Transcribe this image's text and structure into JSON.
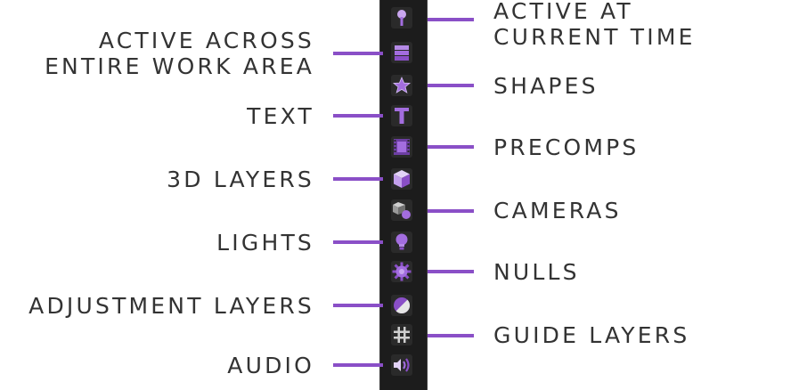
{
  "labels": {
    "active_at_current_time": [
      "ACTIVE AT",
      "CURRENT TIME"
    ],
    "active_across_work_area": [
      "ACTIVE ACROSS",
      "ENTIRE WORK AREA"
    ],
    "shapes": "SHAPES",
    "text": "TEXT",
    "precomps": "PRECOMPS",
    "layers_3d": "3D LAYERS",
    "cameras": "CAMERAS",
    "lights": "LIGHTS",
    "nulls": "NULLS",
    "adjustment_layers": "ADJUSTMENT LAYERS",
    "guide_layers": "GUIDE LAYERS",
    "audio": "AUDIO"
  },
  "icons": [
    "pushpin-icon",
    "stacked-layers-icon",
    "star-shape-icon",
    "text-t-icon",
    "film-strip-icon",
    "cube-icon",
    "camera-icon",
    "light-bulb-icon",
    "sun-gear-icon",
    "adjustment-circle-icon",
    "hash-grid-icon",
    "speaker-icon"
  ],
  "colors": {
    "accent": "#8a4fc7",
    "icon_purple": "#a36ddf",
    "panel_bg": "#1c1c1c",
    "text": "#333333"
  }
}
